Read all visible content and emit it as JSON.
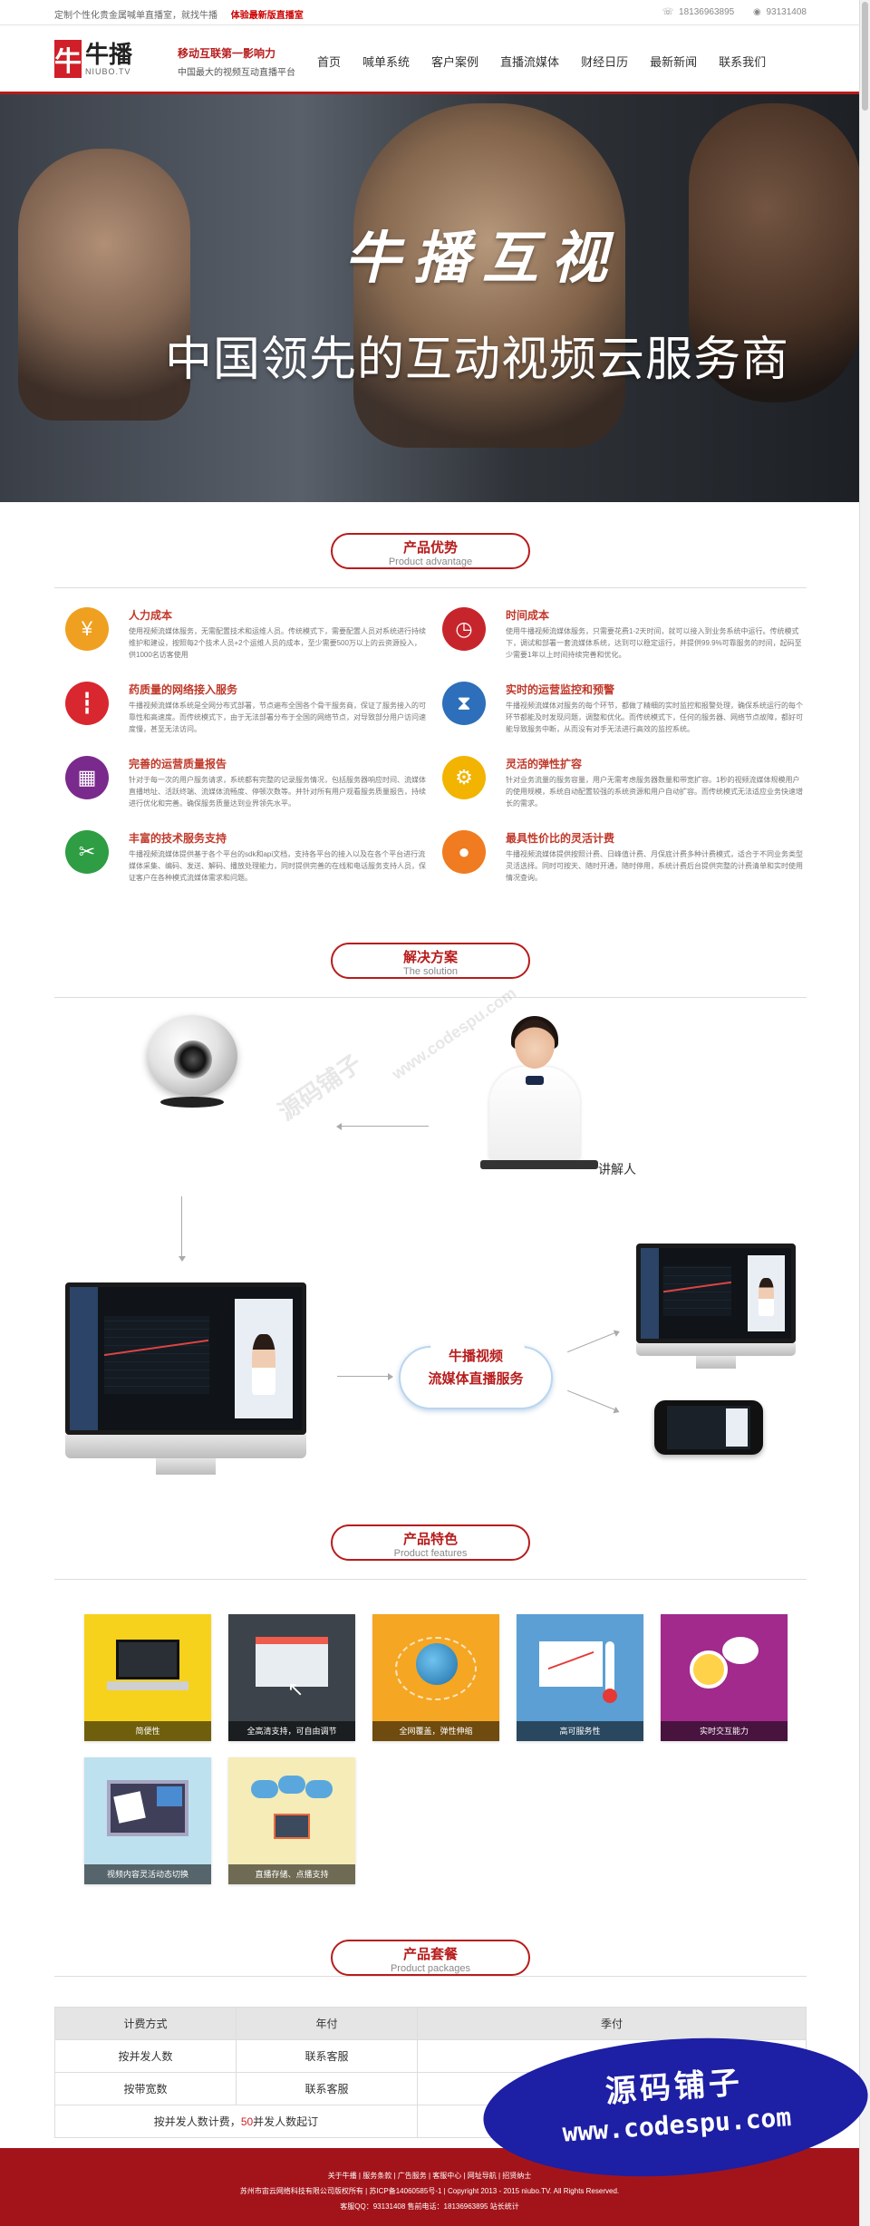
{
  "topbar": {
    "tagline": "定制个性化贵金属喊单直播室，就找牛播",
    "promo": "体验最新版直播室",
    "phone": "18136963895",
    "qq": "93131408"
  },
  "brand": {
    "logo_char": "牛",
    "name": "牛播",
    "en": "NIUBO.TV",
    "slogan": "移动互联第一影响力",
    "subslogan": "中国最大的视频互动直播平台"
  },
  "nav": [
    "首页",
    "喊单系统",
    "客户案例",
    "直播流媒体",
    "财经日历",
    "最新新闻",
    "联系我们"
  ],
  "banner": {
    "headline": "牛播互视",
    "subline": "中国领先的互动视频云服务商"
  },
  "sections": {
    "advantage": {
      "cn": "产品优势",
      "en": "Product advantage"
    },
    "solution": {
      "cn": "解决方案",
      "en": "The solution"
    },
    "features": {
      "cn": "产品特色",
      "en": "Product features"
    },
    "packages": {
      "cn": "产品套餐",
      "en": "Product packages"
    }
  },
  "advantages": [
    {
      "title": "人力成本",
      "desc": "使用视频流媒体服务，无需配置技术和运维人员。传统模式下，需要配置人员对系统进行持续维护和建设，按照每2个技术人员+2个运维人员的成本，至少需要500万以上的云资源投入，供1000名访客使用",
      "color": "#f0a020",
      "icon": "money-bag-icon"
    },
    {
      "title": "时间成本",
      "desc": "使用牛播视频流媒体服务，只需要花费1-2天时间，就可以接入到业务系统中运行。传统模式下，调试和部署一套流媒体系统，达到可以稳定运行，并提供99.9%可靠服务的时间，起码至少需要1年以上时间持续完善和优化。",
      "color": "#c7252c",
      "icon": "clock-icon"
    },
    {
      "title": "药质量的网络接入服务",
      "desc": "牛播视频流媒体系统是全网分布式部署，节点遍布全国各个骨干服务商，保证了服务接入的可靠性和高速度。而传统模式下，由于无法部署分布于全国的网络节点，对导致部分用户访问速度慢，甚至无法访问。",
      "color": "#d8272f",
      "icon": "candlestick-icon"
    },
    {
      "title": "实时的运营监控和预警",
      "desc": "牛播视频流媒体对服务的每个环节，都做了精细的实时监控和报警处理，确保系统运行的每个环节都能及时发现问题，调整和优化。而传统模式下，任何的服务器、网络节点故障，都好可能导致服务中断，从而没有对手无法进行高效的监控系统。",
      "color": "#2d6fba",
      "icon": "hourglass-icon"
    },
    {
      "title": "完善的运营质量报告",
      "desc": "针对于每一次的用户服务请求，系统都有完整的记录服务情况，包括服务器响应时间、流媒体直播地址、活跃终端、流媒体流畅度、停顿次数等。并针对所有用户观看服务质量报告，持续进行优化和完善。确保服务质量达到业界领先水平。",
      "color": "#7a2a8c",
      "icon": "grid-report-icon"
    },
    {
      "title": "灵活的弹性扩容",
      "desc": "针对业务流量的服务容量，用户无需考虑服务器数量和带宽扩容。1秒的视频流媒体规模用户的使用规模，系统自动配置较强的系统资源和用户自动扩容。而传统模式无法适应业务快速增长的需求。",
      "color": "#f2b400",
      "icon": "gear-icon"
    },
    {
      "title": "丰富的技术服务支持",
      "desc": "牛播视频流媒体提供基于各个平台的sdk和api文档，支持各平台的接入以及在各个平台进行流媒体采集、编码、发送、解码、播放处理能力，同时提供完善的在线和电话服务支持人员，保证客户在各种模式流媒体需求和问题。",
      "color": "#2e9d43",
      "icon": "tools-icon"
    },
    {
      "title": "最具性价比的灵活计费",
      "desc": "牛播视频流媒体提供按照计费、日峰值计费、月保底计费多种计费模式，适合于不同业务类型灵活选择。同时可按天、随时开通，随时停用，系统计费后台提供完整的计费清单和实时使用情况查询。",
      "color": "#f07b20",
      "icon": "piggy-bank-icon"
    }
  ],
  "solution": {
    "presenter_label": "讲解人",
    "cloud_line1": "牛播视频",
    "cloud_line2": "流媒体直播服务"
  },
  "features": [
    {
      "label": "简便性",
      "bg": "#f7d21c"
    },
    {
      "label": "全高清支持，可自由调节",
      "bg": "#3d434b"
    },
    {
      "label": "全网覆盖，弹性伸缩",
      "bg": "#f5a623"
    },
    {
      "label": "高可服务性",
      "bg": "#5b9fd4"
    },
    {
      "label": "实时交互能力",
      "bg": "#a12a8c"
    },
    {
      "label": "视频内容灵活动态切换",
      "bg": "#bde1ee"
    },
    {
      "label": "直播存储、点播支持",
      "bg": "#f5ecb8"
    }
  ],
  "packages": {
    "headers": [
      "计费方式",
      "年付",
      "季付"
    ],
    "rows": [
      [
        "按并发人数",
        "联系客服",
        ""
      ],
      [
        "按带宽数",
        "联系客服",
        ""
      ]
    ],
    "note_prefix": "按并发人数计费，",
    "note_highlight": "50",
    "note_suffix": "并发人数起订"
  },
  "badge": {
    "line1": "源码铺子",
    "line2": "www.codespu.com"
  },
  "watermark": {
    "cn": "源码铺子",
    "url": "www.codespu.com"
  },
  "footer": {
    "links": "关于牛播 | 服务条款 | 广告服务 | 客服中心 | 网址导航 | 招贤纳士",
    "copyright": "苏州市宙云网络科技有限公司版权所有 | 苏ICP备14060585号-1 | Copyright 2013 - 2015 niubo.TV. All Rights Reserved.",
    "contact": "客服QQ：93131408 售前电话：18136963895 站长统计"
  }
}
